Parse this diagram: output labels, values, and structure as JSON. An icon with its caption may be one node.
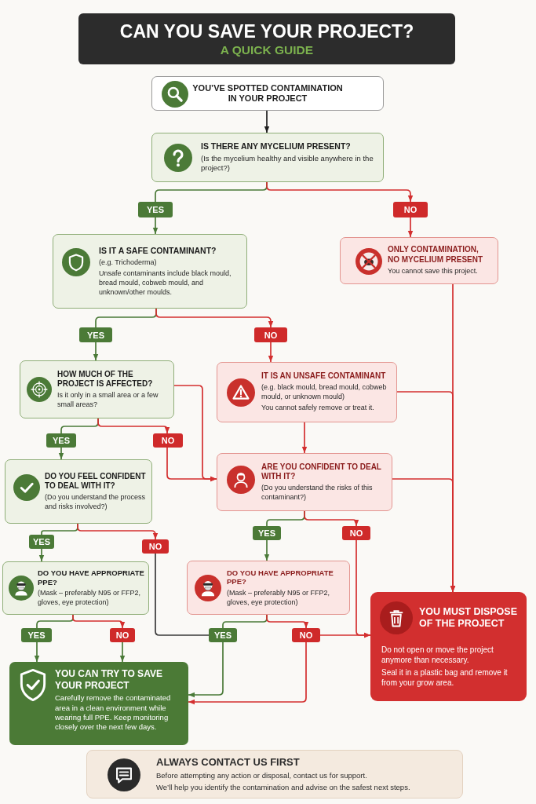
{
  "diagram": {
    "title": "CAN YOU SAVE YOUR PROJECT?",
    "nodes": [
      {
        "text": [
          "YOU’VE SPOTTED CONTAMINATION IN YOUR PROJECT"
        ]
      },
      {
        "text": [
          "IS THERE ANY MYCELIUM PRESENT?",
          "(Is the mycelium healthy and visible anywhere in the project?)"
        ]
      },
      {
        "text": [
          "YES"
        ]
      },
      {
        "text": [
          "NO"
        ]
      },
      {
        "text": [
          "IS IT A SAFE CONTAMINANT?",
          "(e.g. Trichoderma)",
          "Unsafe contaminants include black mould, bread mould, cobweb mould, and unknown/other moulds."
        ]
      },
      {
        "text": [
          "ONLY CONTAMINATION, NO MYCELIUM PRESENT",
          "You cannot save this project."
        ]
      },
      {
        "text": [
          "YES"
        ]
      },
      {
        "text": [
          "NO"
        ]
      },
      {
        "text": [
          "HOW MUCH OF THE PROJECT IS AFFECTED?",
          "Is it only in a small area or a few small areas?"
        ]
      },
      {
        "text": [
          "IT IS AN UNSAFE CONTAMINANT",
          "(e.g. black mould, bread mould, cobweb mould, or unknown mould)",
          "You cannot safely remove or treat it."
        ]
      },
      {
        "text": [
          "YES"
        ]
      },
      {
        "text": [
          "NO"
        ]
      },
      {
        "text": [
          "DO YOU FEEL CONFIDENT TO DEAL WITH IT?",
          "(Do you understand the process and risks involved?)"
        ]
      },
      {
        "text": [
          "ARE YOU CONFIDENT TO DEAL WITH IT?",
          "(Do you understand the risks of this contaminant?)"
        ]
      },
      {
        "text": [
          "YES"
        ]
      },
      {
        "text": [
          "NO"
        ]
      },
      {
        "text": [
          "YES"
        ]
      },
      {
        "text": [
          "NO"
        ]
      },
      {
        "text": [
          "DO YOU HAVE APPROPRIATE PPE?",
          "(Mask – preferably N95 or FFP2, gloves, eye protection)"
        ]
      },
      {
        "text": [
          "DO YOU HAVE APPROPRIATE PPE?",
          "(Mask – preferably N95 or FFP2, gloves, eye protection)"
        ]
      },
      {
        "text": [
          "YOU MUST DISPOSE OF THE PROJECT",
          "Do not open or move the project anymore than necessary.",
          "Seal it in a plastic bag and remove it from your grow area."
        ]
      },
      {
        "text": [
          "YES"
        ]
      },
      {
        "text": [
          "NO"
        ]
      },
      {
        "text": [
          "YES"
        ]
      },
      {
        "text": [
          "NO"
        ]
      },
      {
        "text": [
          "YOU CAN TRY TO SAVE YOUR PROJECT",
          "Carefully remove the contaminated area in a clean environment while wearing full PPE. Keep monitoring closely over the next few days."
        ]
      },
      {
        "text": [
          "ALWAYS CONTACT US FIRST",
          "Before attempting any action or disposal, contact us for support.",
          "We’ll help you identify the contamination and advise on the safest next steps."
        ]
      }
    ],
    "edges": [
      {
        "from": 0,
        "to": 1,
        "arrow": "to",
        "color": "#1e1e1e"
      },
      {
        "from": 1,
        "to": 2,
        "arrow": "none",
        "color": "#4a7a38"
      },
      {
        "from": 1,
        "to": 3,
        "arrow": "to"
      },
      {
        "from": 2,
        "to": 4,
        "arrow": "to",
        "color": "#4a7a38"
      },
      {
        "from": 3,
        "to": 5,
        "arrow": "to"
      },
      {
        "from": 4,
        "to": 6,
        "arrow": "none",
        "color": "#4a7a38"
      },
      {
        "from": 4,
        "to": 7,
        "arrow": "to"
      },
      {
        "from": 6,
        "to": 8,
        "arrow": "to",
        "color": "#4a7a38"
      },
      {
        "from": 7,
        "to": 9,
        "arrow": "to"
      },
      {
        "from": 5,
        "to": 20,
        "arrow": "to"
      },
      {
        "from": 9,
        "to": 20,
        "arrow": "to"
      },
      {
        "from": 9,
        "to": 13,
        "arrow": "to"
      },
      {
        "from": 8,
        "to": 10,
        "arrow": "none",
        "color": "#4a7a38"
      },
      {
        "from": 8,
        "to": 11,
        "arrow": "to"
      },
      {
        "from": 8,
        "to": 13,
        "arrow": "to"
      },
      {
        "from": 10,
        "to": 12,
        "arrow": "to",
        "color": "#4a7a38"
      },
      {
        "from": 11,
        "to": 13,
        "arrow": "to"
      },
      {
        "from": 13,
        "to": 20,
        "arrow": "to"
      },
      {
        "from": 12,
        "to": 14,
        "arrow": "none",
        "color": "#4a7a38"
      },
      {
        "from": 12,
        "to": 15,
        "arrow": "to"
      },
      {
        "from": 13,
        "to": 16,
        "arrow": "none",
        "color": "#4a7a38"
      },
      {
        "from": 13,
        "to": 17,
        "arrow": "to"
      },
      {
        "from": 14,
        "to": 18,
        "arrow": "to",
        "color": "#4a7a38"
      },
      {
        "from": 16,
        "to": 19,
        "arrow": "to",
        "color": "#4a7a38"
      },
      {
        "from": 17,
        "to": 20,
        "arrow": "to"
      },
      {
        "from": 15,
        "to": 23,
        "arrow": "none",
        "color": "#3a3a3a"
      },
      {
        "from": 18,
        "to": 21,
        "arrow": "none",
        "color": "#4a7a38"
      },
      {
        "from": 18,
        "to": 22,
        "arrow": "to"
      },
      {
        "from": 19,
        "to": 23,
        "arrow": "none",
        "color": "#4a7a38"
      },
      {
        "from": 19,
        "to": 24,
        "arrow": "to"
      },
      {
        "from": 21,
        "to": 25,
        "arrow": "to",
        "color": "#4a7a38"
      },
      {
        "from": 22,
        "to": 25,
        "arrow": "to",
        "color": "#4a7a38"
      },
      {
        "from": 23,
        "to": 25,
        "arrow": "to",
        "color": "#4a7a38"
      },
      {
        "from": 24,
        "to": 20,
        "arrow": "to"
      },
      {
        "from": 24,
        "to": 25,
        "arrow": "to"
      }
    ],
    "labels": [
      "A QUICK GUIDE"
    ]
  }
}
